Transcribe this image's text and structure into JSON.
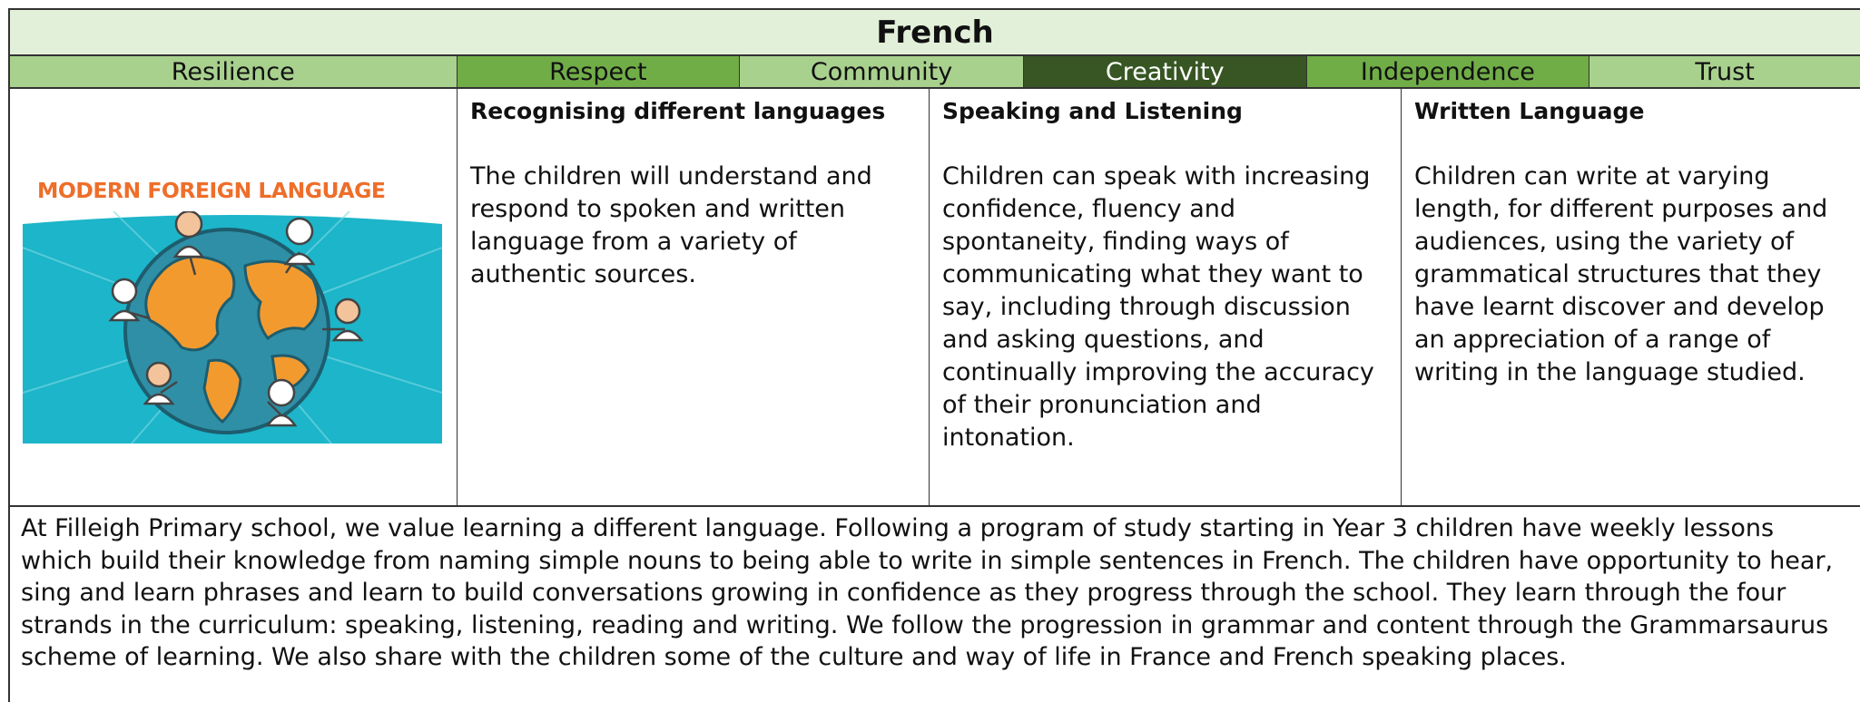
{
  "title": "French",
  "values": [
    {
      "label": "Resilience",
      "bg": "#a9d18e",
      "fg": "#111111"
    },
    {
      "label": "Respect",
      "bg": "#70ad47",
      "fg": "#111111"
    },
    {
      "label": "Community",
      "bg": "#a9d18e",
      "fg": "#111111"
    },
    {
      "label": "Creativity",
      "bg": "#375623",
      "fg": "#ffffff"
    },
    {
      "label": "Independence",
      "bg": "#70ad47",
      "fg": "#111111"
    },
    {
      "label": "Trust",
      "bg": "#a9d18e",
      "fg": "#111111"
    }
  ],
  "logo": {
    "text": "MODERN FOREIGN LANGUAGE",
    "text_color": "#ee6e2a",
    "banner_color": "#1cb5c9",
    "globe_land": "#f39a2f",
    "globe_sea": "#2f8fa6"
  },
  "columns": [
    {
      "heading": "Recognising different languages",
      "body": "The children will understand and respond to spoken and written language from a variety of authentic sources."
    },
    {
      "heading": "Speaking and Listening",
      "body": "Children can speak with increasing confidence, fluency and spontaneity, finding ways of communicating what they want to say, including through discussion and asking questions, and continually improving the accuracy of their pronunciation and intonation."
    },
    {
      "heading": "Written Language",
      "body": "Children can write at varying length, for different purposes and audiences, using the variety of grammatical structures that they have learnt discover and develop an appreciation of a range of writing in the language studied."
    }
  ],
  "summary": "At Filleigh Primary school, we value learning a different language. Following a program of study starting in Year 3 children have weekly lessons which build their knowledge from naming simple nouns to being able to write in simple sentences in French. The children have opportunity to hear, sing and learn phrases and learn to build conversations growing in confidence as they progress through the school. They learn through the four strands in the curriculum: speaking, listening, reading and writing. We follow the progression in grammar and content through the Grammarsaurus scheme of learning.  We also share with the children some of the culture and way of life in France and French speaking places."
}
